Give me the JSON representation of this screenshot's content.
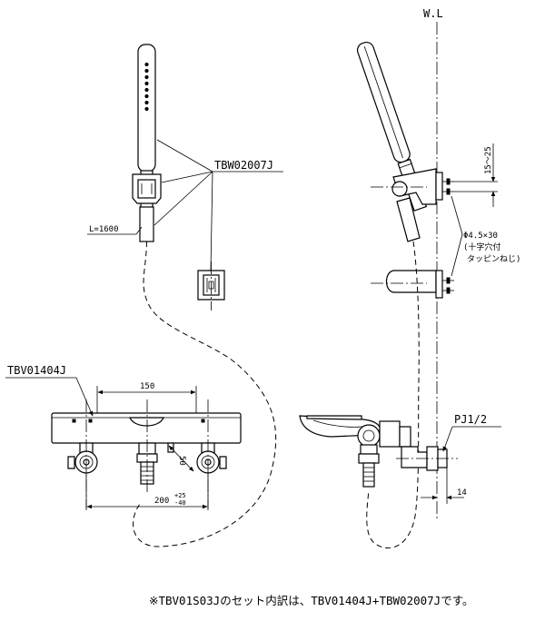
{
  "labels": {
    "wl": "W.L",
    "hand_shower_part": "TBW02007J",
    "hose_length": "L=1600",
    "mixer_part": "TBV01404J",
    "dim_150": "150",
    "dim_50": "50",
    "dim_200": "200",
    "dim_200_plus": "+25",
    "dim_200_minus": "-40",
    "dim_15_25": "15～25",
    "screw_spec_line1": "Φ4.5×30",
    "screw_spec_line2": "(十字穴付",
    "screw_spec_line3": "タッピンねじ)",
    "pipe_thread": "PJ1/2",
    "dim_14": "14",
    "footnote": "※TBV01S03Jのセット内訳は、TBV01404J+TBW02007Jです。"
  }
}
